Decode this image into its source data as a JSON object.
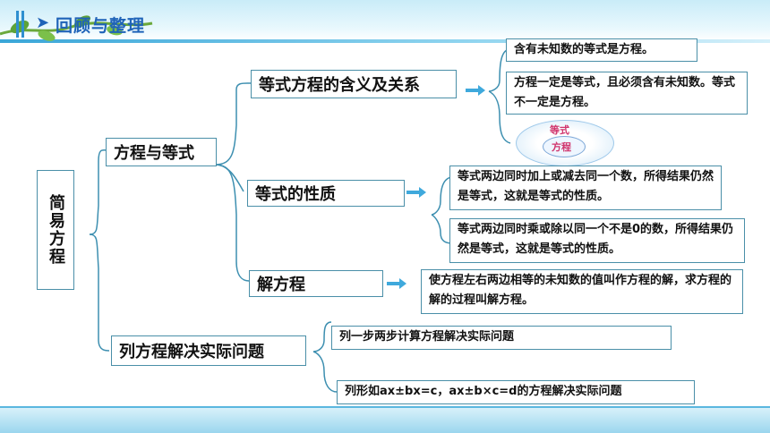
{
  "header": {
    "title": "回顾与整理"
  },
  "root": {
    "label": "简易方程"
  },
  "level1": {
    "equation_and_equality": "方程与等式",
    "solve_problems": "列方程解决实际问题"
  },
  "level2": {
    "meaning": "等式方程的含义及关系",
    "properties": "等式的性质",
    "solving": "解方程"
  },
  "details": {
    "meaning_1": "含有未知数的等式是方程。",
    "meaning_2": "方程一定是等式，且必须含有未知数。等式不一定是方程。",
    "venn_outer": "等式",
    "venn_inner": "方程",
    "property_1": "等式两边同时加上或减去同一个数，所得结果仍然是等式，这就是等式的性质。",
    "property_2": "等式两边同时乘或除以同一个不是0的数，所得结果仍然是等式，这就是等式的性质。",
    "solving_1": "使方程左右两边相等的未知数的值叫作方程的解，求方程的解的过程叫解方程。",
    "problem_1": "列一步两步计算方程解决实际问题",
    "problem_2": "列形如ax±bx=c，ax±b×c=d的方程解决实际问题"
  },
  "colors": {
    "header_text": "#1f63b8",
    "box_border": "#4a8fa8",
    "connector": "#3d8fb0",
    "arrow": "#3fa9dc",
    "venn_text": "#d0346c"
  }
}
